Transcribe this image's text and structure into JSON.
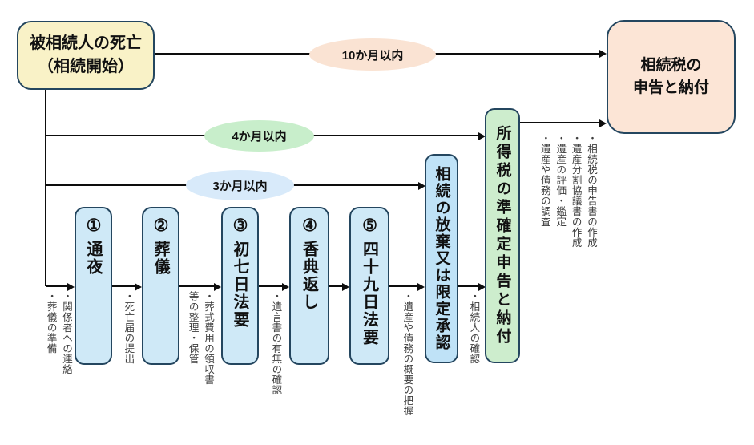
{
  "colors": {
    "start-fill": "#f9f2c7",
    "result-fill": "#fce5d6",
    "oval-10m": "#fae3d3",
    "oval-4m": "#c8eecb",
    "oval-3m": "#d8eafa",
    "step-fill": "#cfe9f7",
    "renounce-fill": "#bfe2f7",
    "tax-fill": "#cdedcd",
    "border": "#24465f",
    "line": "#0d0d0d",
    "note-text": "#3d3d3d"
  },
  "nodes": {
    "start": "被相続人の死亡\n（相続開始）",
    "result": "相続税の\n申告と納付",
    "renounce": "相続の放棄又は限定承認",
    "income_tax": "所得税の準確定申告と納付"
  },
  "deadlines": {
    "ten_months": "10か月以内",
    "four_months": "4か月以内",
    "three_months": "3か月以内"
  },
  "steps": [
    {
      "number": "①",
      "label": "通夜"
    },
    {
      "number": "②",
      "label": "葬儀"
    },
    {
      "number": "③",
      "label": "初七日法要"
    },
    {
      "number": "④",
      "label": "香典返し"
    },
    {
      "number": "⑤",
      "label": "四十九日法要"
    }
  ],
  "notes": {
    "before_step1": "・関係者への連絡\n・葬儀の準備",
    "after_step1": "・死亡届の提出",
    "after_step2": "・葬式費用の領収書\n等の整理・保管",
    "after_step3": "・遺言書の有無の確認",
    "after_step5": "・遺産や債務の概要の把握",
    "after_renounce": "・相続人の確認",
    "inheritance_tasks": "・相続税の申告書の作成\n・遺産分割協議書の作成\n・遺産の評価・鑑定\n・遺産や債務の調査"
  }
}
